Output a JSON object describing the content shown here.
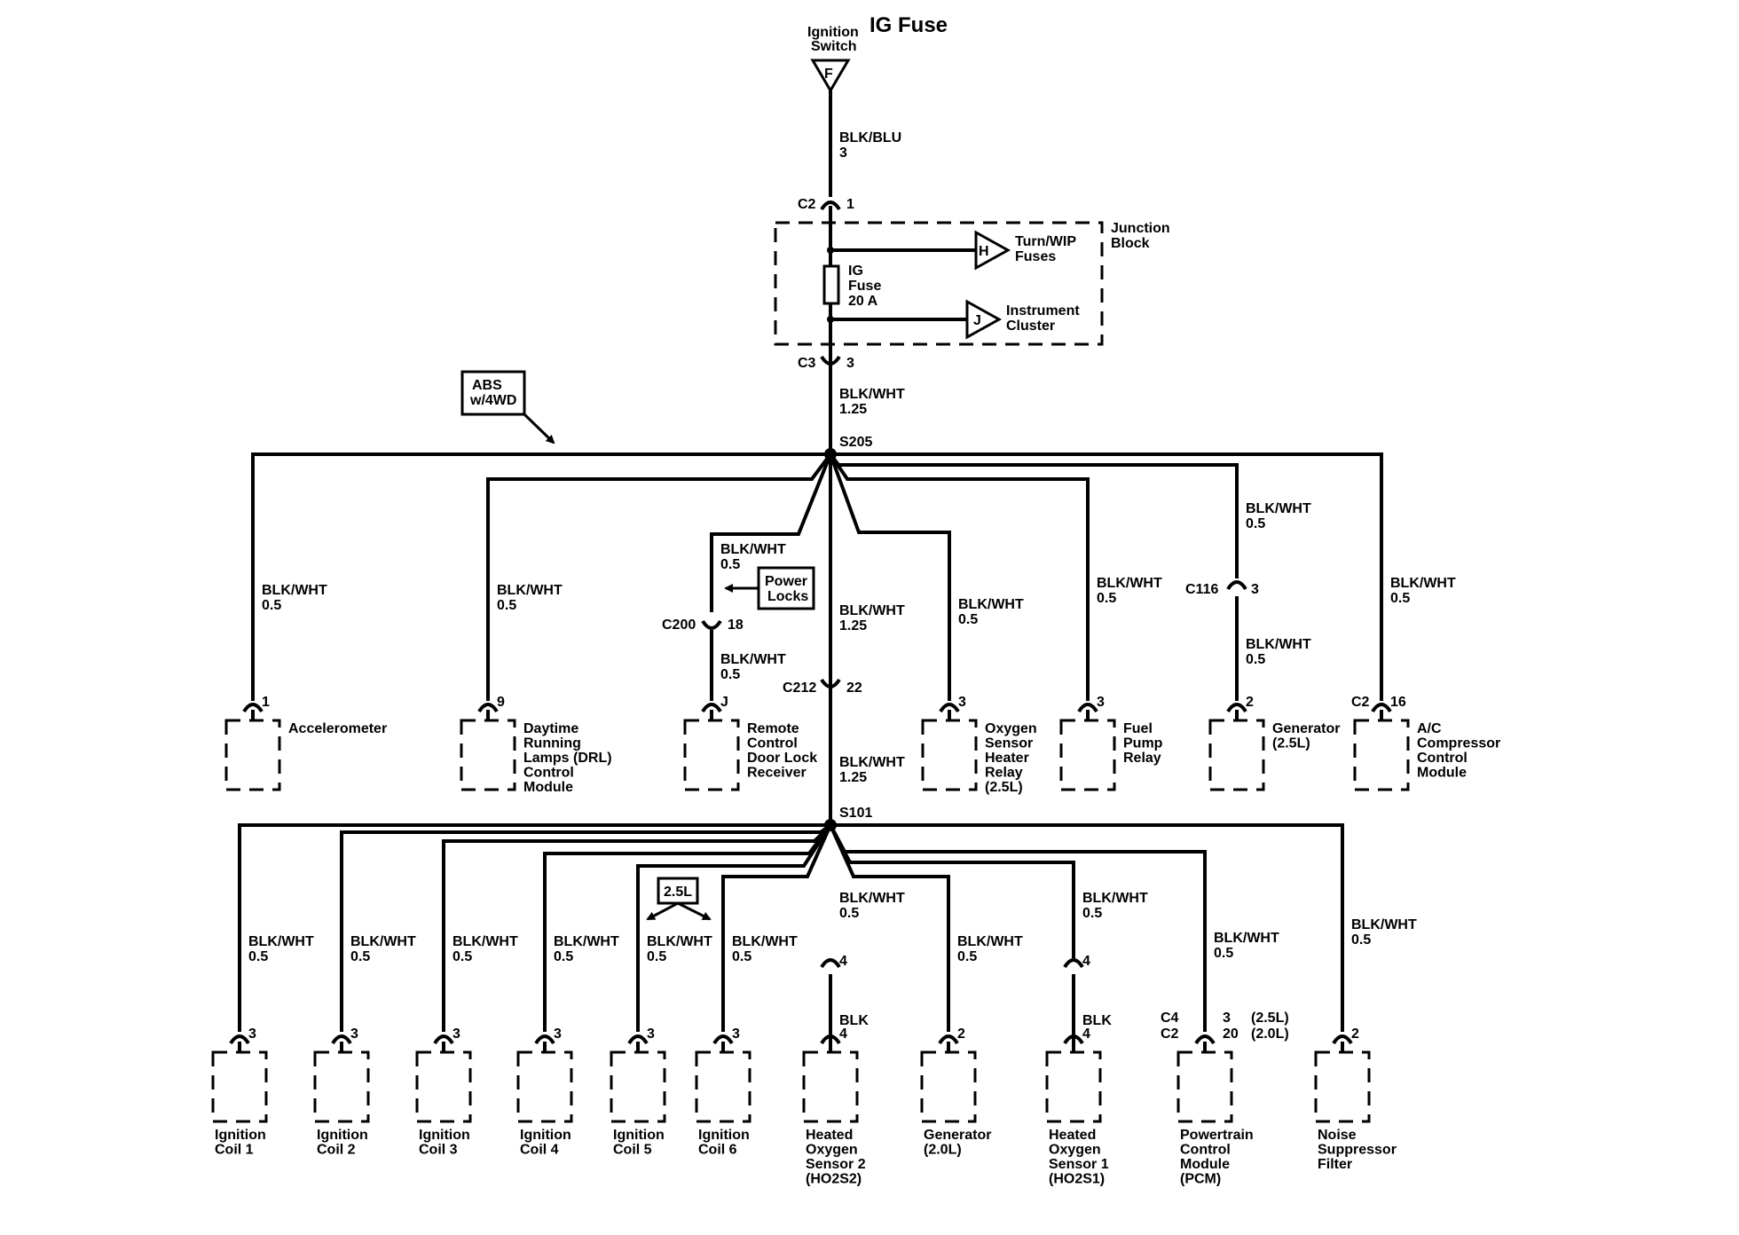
{
  "title": "IG Fuse",
  "source": {
    "label_lines": [
      "Ignition",
      "Switch"
    ],
    "connector": "F"
  },
  "feed_wire": {
    "color": "BLK/BLU",
    "size": "3"
  },
  "junction_block": {
    "label_lines": [
      "Junction",
      "Block"
    ],
    "top_connector": {
      "name": "C2",
      "pin": "1"
    },
    "bottom_connector": {
      "name": "C3",
      "pin": "3"
    },
    "fuse": {
      "label_lines": [
        "IG",
        "Fuse",
        "20 A"
      ]
    },
    "outputs": [
      {
        "connector": "H",
        "label_lines": [
          "Turn/WIP",
          "Fuses"
        ]
      },
      {
        "connector": "J",
        "label_lines": [
          "Instrument",
          "Cluster"
        ]
      }
    ]
  },
  "main_wire": {
    "color": "BLK/WHT",
    "size": "1.25"
  },
  "abs_note": {
    "label_lines": [
      "ABS",
      "w/4WD"
    ]
  },
  "splice_top": "S205",
  "splice_bottom": "S101",
  "power_locks_note": {
    "label_lines": [
      "Power",
      "Locks"
    ]
  },
  "c200": {
    "name": "C200",
    "pin": "18"
  },
  "c212": {
    "name": "C212",
    "pin": "22"
  },
  "c116": {
    "name": "C116",
    "pin": "3"
  },
  "engine_note": "2.5L",
  "branches_upper": [
    {
      "wire": "BLK/WHT",
      "size": "0.5",
      "pin": "1",
      "connector_name": "",
      "label_lines": [
        "Accelerometer"
      ]
    },
    {
      "wire": "BLK/WHT",
      "size": "0.5",
      "pin": "9",
      "connector_name": "",
      "label_lines": [
        "Daytime",
        "Running",
        "Lamps (DRL)",
        "Control",
        "Module"
      ]
    },
    {
      "wire": "BLK/WHT",
      "size": "0.5",
      "wire2": "BLK/WHT",
      "size2": "0.5",
      "pin": "J",
      "connector_name": "",
      "label_lines": [
        "Remote",
        "Control",
        "Door Lock",
        "Receiver"
      ]
    },
    {
      "wire": "BLK/WHT",
      "size": "0.5",
      "pin": "3",
      "connector_name": "",
      "label_lines": [
        "Oxygen",
        "Sensor",
        "Heater",
        "Relay",
        "(2.5L)"
      ]
    },
    {
      "wire": "BLK/WHT",
      "size": "0.5",
      "pin": "3",
      "connector_name": "",
      "label_lines": [
        "Fuel",
        "Pump",
        "Relay"
      ]
    },
    {
      "wire": "BLK/WHT",
      "size": "0.5",
      "wire2": "BLK/WHT",
      "size2": "0.5",
      "pin": "2",
      "connector_name": "",
      "label_lines": [
        "Generator",
        "(2.5L)"
      ]
    },
    {
      "wire": "BLK/WHT",
      "size": "0.5",
      "pin": "16",
      "connector_name": "C2",
      "label_lines": [
        "A/C",
        "Compressor",
        "Control",
        "Module"
      ]
    }
  ],
  "center_wire": {
    "upper": {
      "color": "BLK/WHT",
      "size": "1.25"
    },
    "lower": {
      "color": "BLK/WHT",
      "size": "1.25"
    }
  },
  "branches_lower": [
    {
      "wire": "BLK/WHT",
      "size": "0.5",
      "pin": "3",
      "label_lines": [
        "Ignition",
        "Coil 1"
      ]
    },
    {
      "wire": "BLK/WHT",
      "size": "0.5",
      "pin": "3",
      "label_lines": [
        "Ignition",
        "Coil 2"
      ]
    },
    {
      "wire": "BLK/WHT",
      "size": "0.5",
      "pin": "3",
      "label_lines": [
        "Ignition",
        "Coil 3"
      ]
    },
    {
      "wire": "BLK/WHT",
      "size": "0.5",
      "pin": "3",
      "label_lines": [
        "Ignition",
        "Coil 4"
      ]
    },
    {
      "wire": "BLK/WHT",
      "size": "0.5",
      "pin": "3",
      "label_lines": [
        "Ignition",
        "Coil 5"
      ]
    },
    {
      "wire": "BLK/WHT",
      "size": "0.5",
      "pin": "3",
      "label_lines": [
        "Ignition",
        "Coil 6"
      ]
    },
    {
      "wire": "BLK/WHT",
      "size": "0.5",
      "pin": "4",
      "wire2": "BLK",
      "label_lines": [
        "Heated",
        "Oxygen",
        "Sensor 2",
        "(HO2S2)"
      ]
    },
    {
      "wire": "BLK/WHT",
      "size": "0.5",
      "pin": "2",
      "label_lines": [
        "Generator",
        "(2.0L)"
      ]
    },
    {
      "wire": "BLK/WHT",
      "size": "0.5",
      "pin": "4",
      "wire2": "BLK",
      "label_lines": [
        "Heated",
        "Oxygen",
        "Sensor 1",
        "(HO2S1)"
      ]
    },
    {
      "wire": "BLK/WHT",
      "size": "0.5",
      "pin_rows": [
        [
          "C4",
          "3",
          "(2.5L)"
        ],
        [
          "C2",
          "20",
          "(2.0L)"
        ]
      ],
      "label_lines": [
        "Powertrain",
        "Control",
        "Module",
        "(PCM)"
      ]
    },
    {
      "wire": "BLK/WHT",
      "size": "0.5",
      "pin": "2",
      "label_lines": [
        "Noise",
        "Suppressor",
        "Filter"
      ]
    }
  ]
}
